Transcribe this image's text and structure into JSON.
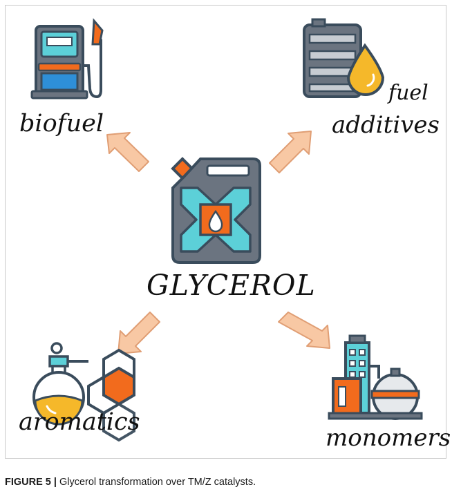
{
  "diagram": {
    "center": {
      "label": "GLYCEROL",
      "icon": "jerrycan-icon"
    },
    "products": [
      {
        "label": "biofuel",
        "icon": "fuel-pump-icon"
      },
      {
        "label_line1": "fuel",
        "label_line2": "additives",
        "icon": "oil-barrel-drop-icon"
      },
      {
        "label": "aromatics",
        "icon": "flask-hexagon-icon"
      },
      {
        "label": "monomers",
        "icon": "chemical-plant-icon"
      }
    ],
    "colors": {
      "arrow": "#f8c8a4",
      "arrow_stroke": "#e09e74",
      "outline": "#3a4c5c",
      "grey_body": "#6b7480",
      "teal": "#5cd0d8",
      "orange": "#f26b1d",
      "yellow": "#f5b82a",
      "blue": "#2e8fd8"
    }
  },
  "caption": {
    "figure_id": "FIGURE 5",
    "separator": "|",
    "text": "Glycerol transformation over TM/Z catalysts."
  }
}
